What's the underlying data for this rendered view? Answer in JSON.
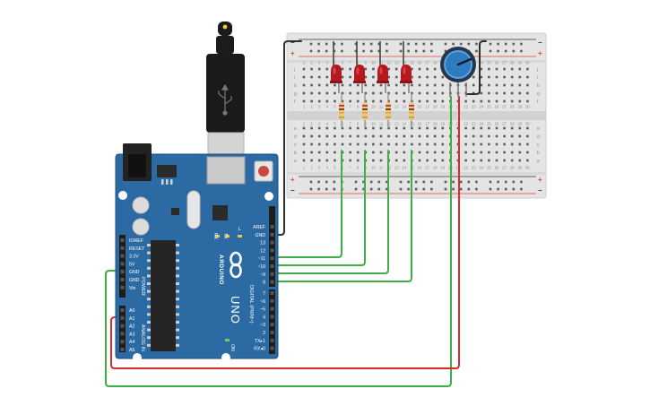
{
  "board": {
    "brand": "ARDUINO",
    "model": "UNO",
    "digital_title": "DIGITAL (PWM~)",
    "power_title": "POWER",
    "analog_title": "ANALOG IN",
    "on_label": "ON",
    "l_label": "L",
    "tx_label": "TX",
    "rx_label": "RX",
    "power_pins": [
      "IOREF",
      "RESET",
      "3.3V",
      "5V",
      "GND",
      "GND",
      "Vin"
    ],
    "analog_pins": [
      "A0",
      "A1",
      "A2",
      "A3",
      "A4",
      "A5"
    ],
    "digital_top": [
      "AREF",
      "GND",
      "13",
      "12",
      "~11",
      "~10",
      "~9",
      "8"
    ],
    "digital_bottom": [
      "7",
      "~6",
      "~5",
      "4",
      "~3",
      "2",
      "TX▸1",
      "RX◂0"
    ]
  },
  "breadboard": {
    "columns": [
      "1",
      "2",
      "3",
      "4",
      "5",
      "6",
      "7",
      "8",
      "9",
      "10",
      "11",
      "12",
      "13",
      "14",
      "15",
      "16",
      "17",
      "18",
      "19",
      "20",
      "21",
      "22",
      "23",
      "24",
      "25",
      "26",
      "27",
      "28",
      "29",
      "30"
    ],
    "rows_top": [
      "j",
      "i",
      "h",
      "g",
      "f"
    ],
    "rows_bottom": [
      "e",
      "d",
      "c",
      "b",
      "a"
    ],
    "plus": "+",
    "minus": "−"
  },
  "colors": {
    "board": "#2b6aa3",
    "board_edge": "#1f5283",
    "wire_green": "#3fae49",
    "wire_red": "#d92b2b",
    "wire_black": "#2e2e2e",
    "led": "#b5191e",
    "pot": "#2f7bc0",
    "rail_red": "#e0473c",
    "rail_black": "#333333"
  },
  "components": {
    "leds": 4,
    "resistors": 4,
    "potentiometer": 1
  }
}
